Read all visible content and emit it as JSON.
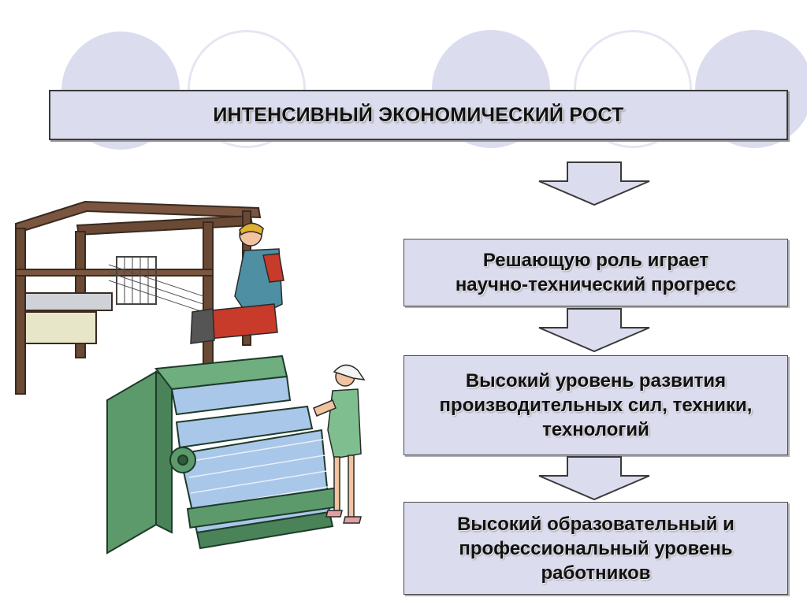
{
  "slide": {
    "title": "ИНТЕНСИВНЫЙ ЭКОНОМИЧЕСКИЙ РОСТ",
    "steps": [
      {
        "lines": [
          "Решающую роль играет",
          "научно-технический прогресс"
        ]
      },
      {
        "lines": [
          "Высокий уровень развития",
          "производительных сил, техники,",
          "технологий"
        ]
      },
      {
        "lines": [
          "Высокий образовательный и",
          "профессиональный уровень",
          "работников"
        ]
      }
    ]
  },
  "colors": {
    "box_fill": "#dcdcef",
    "box_border": "#3a3a3a",
    "arrow_fill": "#dcdcef",
    "loom_frame": "#6b4a35",
    "machine_green": "#5c9a6c",
    "fabric_blue": "#a9c7e8",
    "worker_dress_teal": "#4f8fa3",
    "worker_skirt_red": "#c83a2a",
    "worker_dress_green": "#7fbf8f"
  },
  "icons": [
    "down-arrow-icon"
  ]
}
